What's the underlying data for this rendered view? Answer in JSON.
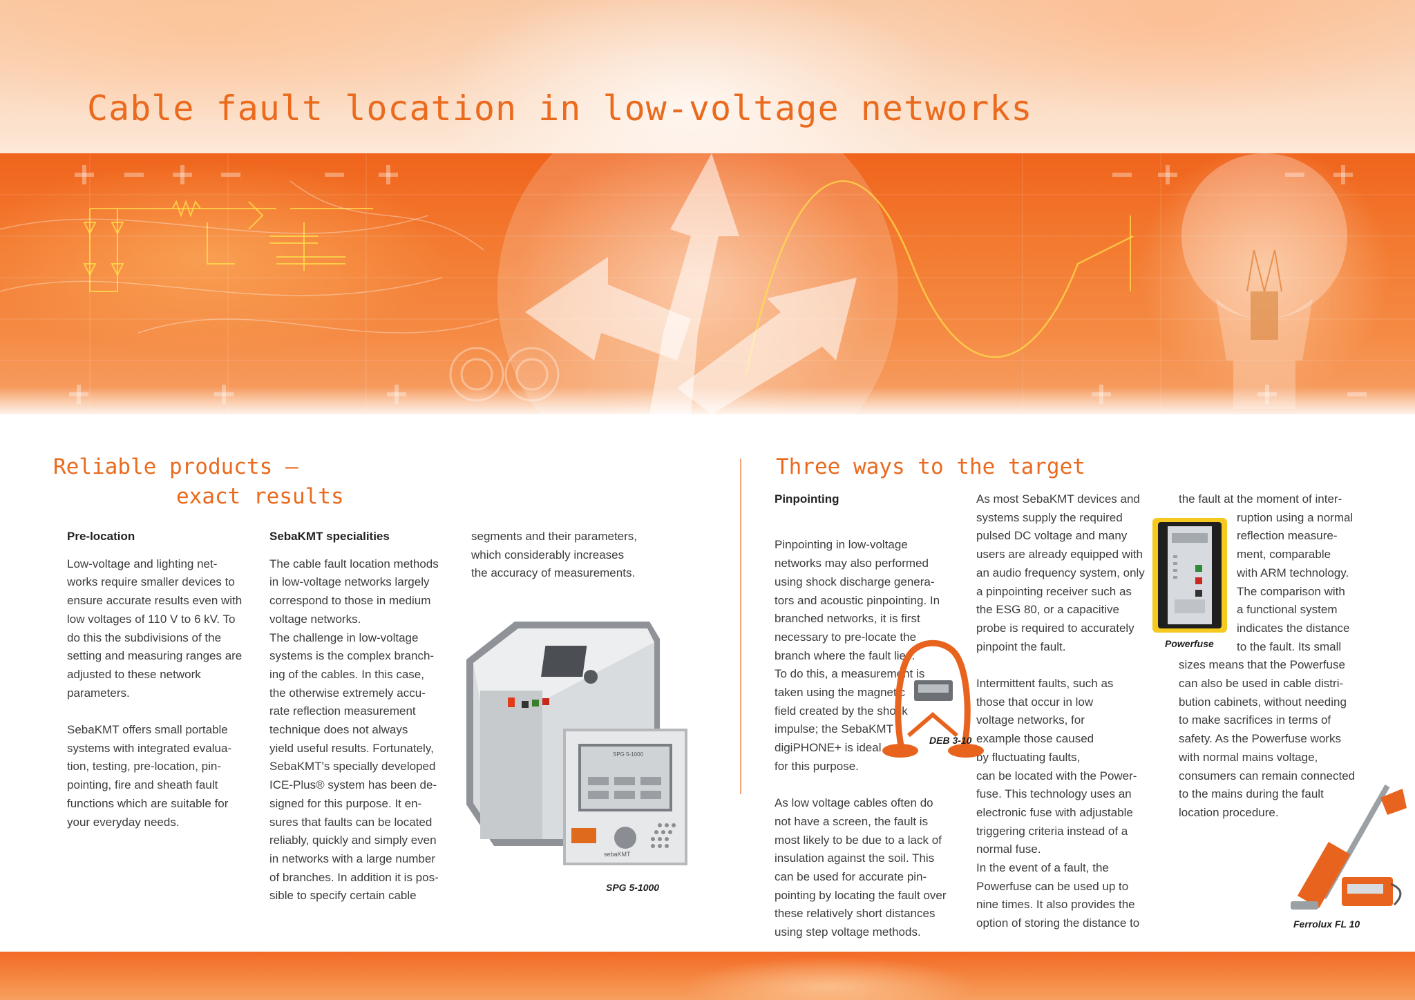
{
  "title": "Cable fault location in low-voltage networks",
  "left": {
    "heading_line1": "Reliable products –",
    "heading_line2": "exact results",
    "col1": {
      "subheading": "Pre-location",
      "para1": "Low-voltage and lighting net-\nworks require smaller devices to\nensure accurate results even with\nlow voltages of 110 V to 6 kV. To\ndo this the subdivisions of the\nsetting and measuring ranges are\nadjusted to these network\nparameters.",
      "para2": "SebaKMT offers small portable\nsystems with integrated evalua-\ntion, testing, pre-location, pin-\npointing, fire and sheath fault\nfunctions which are suitable for\nyour everyday needs."
    },
    "col2": {
      "subheading": "SebaKMT specialities",
      "para1": "The cable fault location methods\nin low-voltage networks largely\ncorrespond to those in medium\nvoltage networks.\nThe challenge in low-voltage\nsystems is the complex branch-\ning of the cables. In this case,\nthe otherwise extremely accu-\nrate reflection measurement\ntechnique does not always\nyield useful results. Fortunately,\nSebaKMT's specially developed\nICE-Plus® system has been de-\nsigned for this purpose. It en-\nsures that faults can be located\nreliably, quickly and simply even\nin networks with a large number\nof branches. In addition it is pos-\nsible to specify certain cable"
    },
    "col3": {
      "para1": "segments and their parameters,\nwhich considerably increases\nthe accuracy of measurements."
    },
    "spg_caption": "SPG 5-1000",
    "spg_panel_label": "SPG 5-1000",
    "spg_logo": "sebaKMT"
  },
  "right": {
    "heading": "Three ways to the target",
    "col1": {
      "subheading": "Pinpointing",
      "para1": "Pinpointing in low-voltage\nnetworks may also performed\nusing shock discharge genera-\ntors and acoustic pinpointing. In\nbranched networks, it is first\nnecessary to pre-locate the\nbranch where the fault lies.\nTo do this, a measurement is\ntaken using the magnetic\nfield created by the shock\nimpulse; the SebaKMT\ndigiPHONE+ is ideal\nfor this purpose.",
      "para2": "As low voltage cables often do\nnot have a screen, the fault is\nmost likely to be due to a lack of\ninsulation against the soil. This\ncan be used for accurate pin-\npointing by locating the fault over\nthese relatively short distances\nusing step voltage methods."
    },
    "col2": {
      "para1": "As most SebaKMT devices and\nsystems supply the required\npulsed DC voltage and many\nusers are already equipped with\nan audio frequency system, only\na pinpointing receiver such as\nthe ESG 80, or a capacitive\nprobe is required to accurately\n pinpoint the fault.",
      "para2": "Intermittent faults, such as\n   those that occur in low\n      voltage networks, for\n          example those caused\n            by fluctuating faults,\ncan be located with the Power-\nfuse. This technology uses an\nelectronic fuse with adjustable\ntriggering criteria instead of a\nnormal fuse.\nIn the event of a fault, the\nPowerfuse can be used up to\nnine times. It also provides the\noption of storing the distance to"
    },
    "col3": {
      "line1": "the fault at the moment of inter-",
      "wrap": "ruption using a normal\nreflection measure-\nment, comparable\nwith ARM technology.\nThe comparison with\na functional system\nindicates the distance\nto the fault. Its small",
      "para_rest": "sizes means that the Powerfuse\ncan also be used in cable distri-\nbution cabinets, without needing\nto make sacrifices in terms of\nsafety. As the Powerfuse works\nwith normal mains voltage,\nconsumers can remain connected\nto the mains during the fault\nlocation procedure."
    },
    "deb_caption": "DEB 3-10",
    "powerfuse_caption": "Powerfuse",
    "ferrolux_caption": "Ferrolux FL 10"
  },
  "colors": {
    "accent": "#ea6a1e",
    "banner": "#f37a30",
    "text": "#3c3c3c"
  }
}
